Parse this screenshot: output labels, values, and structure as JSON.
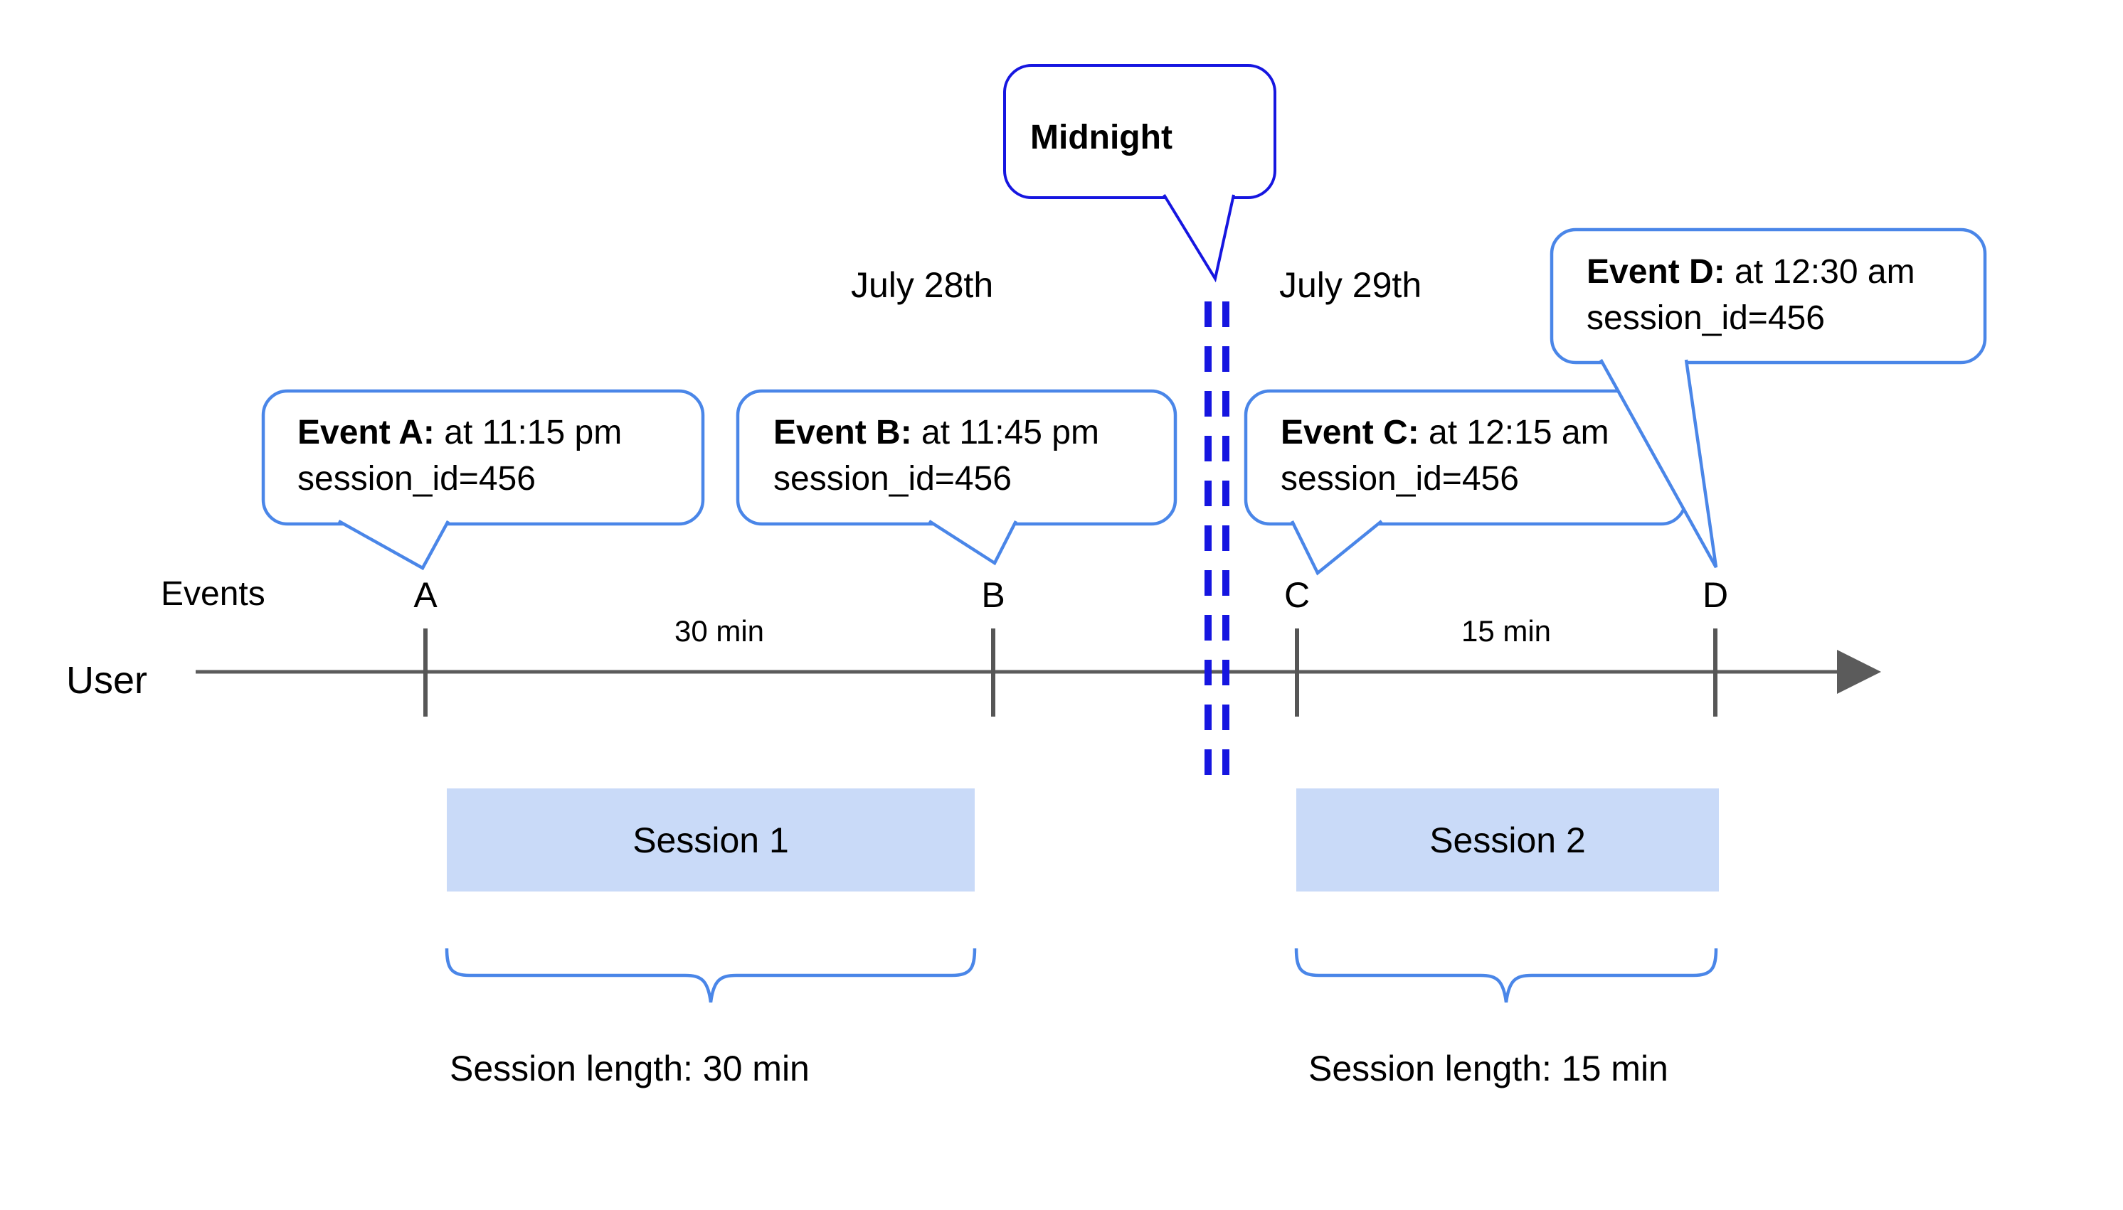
{
  "midnight": {
    "label": "Midnight"
  },
  "dates": {
    "left": "July 28th",
    "right": "July 29th"
  },
  "events": [
    {
      "title": "Event A:",
      "time": "at 11:15 pm",
      "session": "session_id=456"
    },
    {
      "title": "Event B:",
      "time": "at 11:45 pm",
      "session": "session_id=456"
    },
    {
      "title": "Event C:",
      "time": "at 12:15 am",
      "session": "session_id=456"
    },
    {
      "title": "Event D:",
      "time": "at 12:30 am",
      "session": "session_id=456"
    }
  ],
  "timeline": {
    "events_label": "Events",
    "user_label": "User",
    "tick_labels": [
      "A",
      "B",
      "C",
      "D"
    ],
    "interval_ab": "30 min",
    "interval_cd": "15 min"
  },
  "sessions": [
    {
      "label": "Session 1",
      "length_label": "Session length: 30 min"
    },
    {
      "label": "Session 2",
      "length_label": "Session length: 15 min"
    }
  ],
  "colors": {
    "event_bubble_border": "#4a86e8",
    "midnight_blue": "#1616e0",
    "session_fill": "#c9daf8",
    "timeline_gray": "#5b5b5b"
  }
}
